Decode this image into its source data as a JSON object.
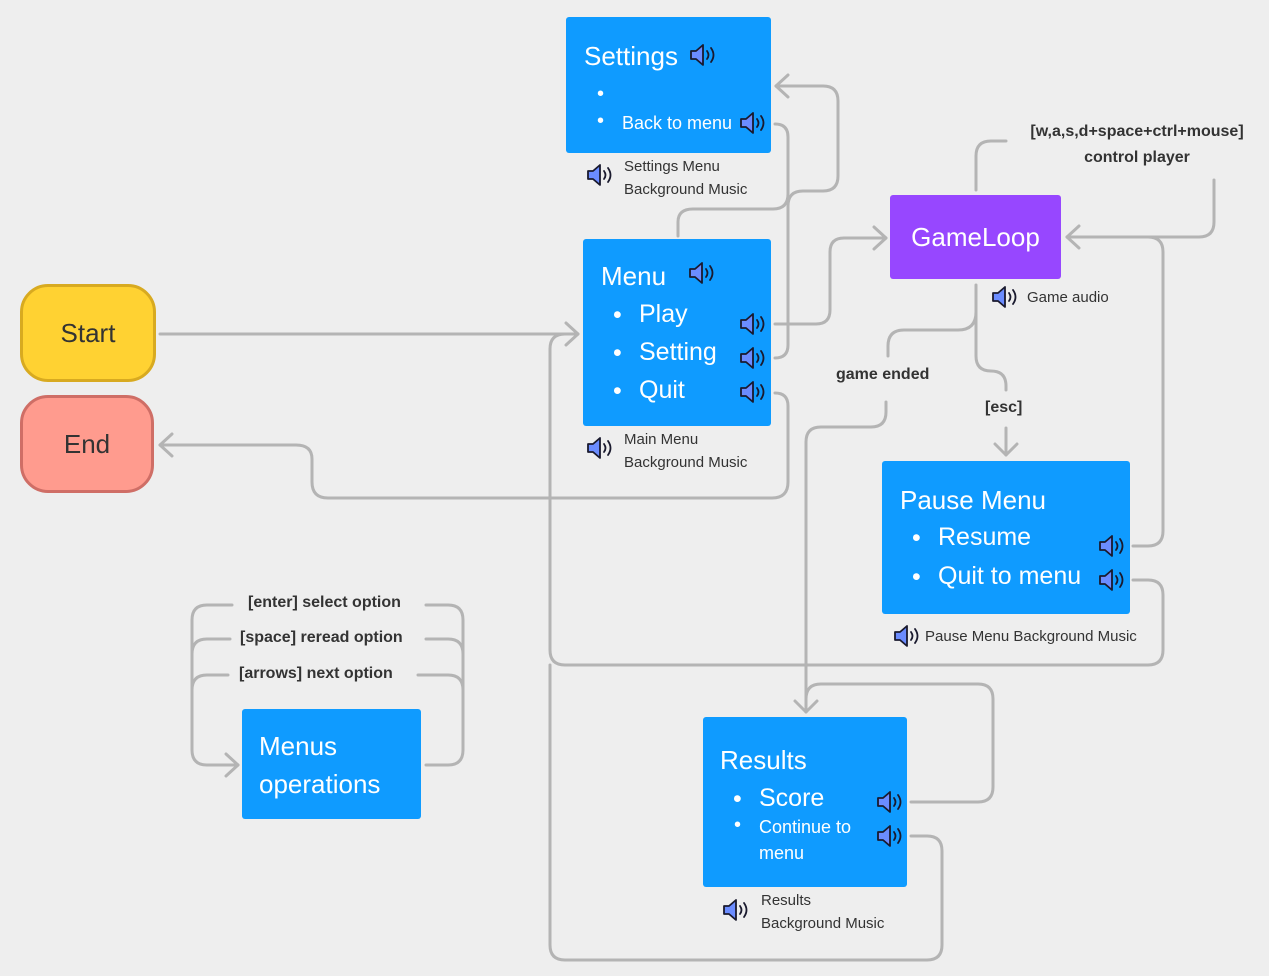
{
  "start": {
    "label": "Start",
    "color": "#ffd232"
  },
  "end": {
    "label": "End",
    "color": "#ff9b8e"
  },
  "settings": {
    "title": "Settings",
    "items": [
      "",
      "Back to menu"
    ],
    "caption": [
      "Settings Menu",
      "Background Music"
    ]
  },
  "menu": {
    "title": "Menu",
    "items": [
      "Play",
      "Setting",
      "Quit"
    ],
    "caption": [
      "Main Menu",
      "Background Music"
    ]
  },
  "gameloop": {
    "title": "GameLoop",
    "color": "#9747ff",
    "caption": "Game audio"
  },
  "pause": {
    "title": "Pause Menu",
    "items": [
      "Resume",
      "Quit to menu"
    ],
    "caption": "Pause Menu Background Music"
  },
  "results": {
    "title": "Results",
    "items": [
      "Score",
      "Continue to",
      "menu"
    ],
    "caption": [
      "Results",
      "Background Music"
    ]
  },
  "menus_ops": {
    "title": [
      "Menus",
      "operations"
    ]
  },
  "labels": {
    "controls": [
      "[w,a,s,d+space+ctrl+mouse]",
      "control player"
    ],
    "game_ended": "game ended",
    "esc": "[esc]",
    "enter": "[enter] select option",
    "space": "[space] reread option",
    "arrows": "[arrows] next option"
  },
  "colors": {
    "node_blue": "#0f9bff",
    "connector": "#b4b4b4",
    "speaker": "#6b8cff"
  },
  "icons": {
    "audio": "speaker-icon"
  }
}
